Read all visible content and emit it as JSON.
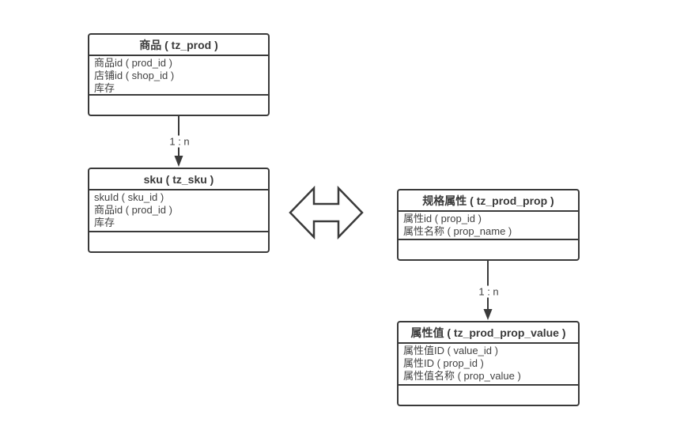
{
  "canvas": {
    "background": "#ffffff",
    "border_color": "#3a3a3a",
    "text_color": "#424242"
  },
  "tables": [
    {
      "title": "商品 ( tz_prod )",
      "fields": [
        "商品id ( prod_id )",
        "店铺id ( shop_id )",
        "库存"
      ]
    },
    {
      "title": "sku ( tz_sku )",
      "fields": [
        "skuId ( sku_id )",
        "商品id ( prod_id )",
        "库存"
      ]
    },
    {
      "title": "规格属性 ( tz_prod_prop )",
      "fields": [
        "属性id ( prop_id )",
        "属性名称 ( prop_name )"
      ]
    },
    {
      "title": "属性值 ( tz_prod_prop_value )",
      "fields": [
        "属性值ID ( value_id )",
        "属性ID ( prop_id )",
        "属性值名称 ( prop_value )"
      ]
    }
  ],
  "connectors": [
    {
      "from": "商品 ( tz_prod )",
      "to": "sku ( tz_sku )",
      "label": "1 : n"
    },
    {
      "from": "规格属性 ( tz_prod_prop )",
      "to": "属性值 ( tz_prod_prop_value )",
      "label": "1 : n"
    }
  ],
  "relation_icon": "double-horizontal-arrow"
}
